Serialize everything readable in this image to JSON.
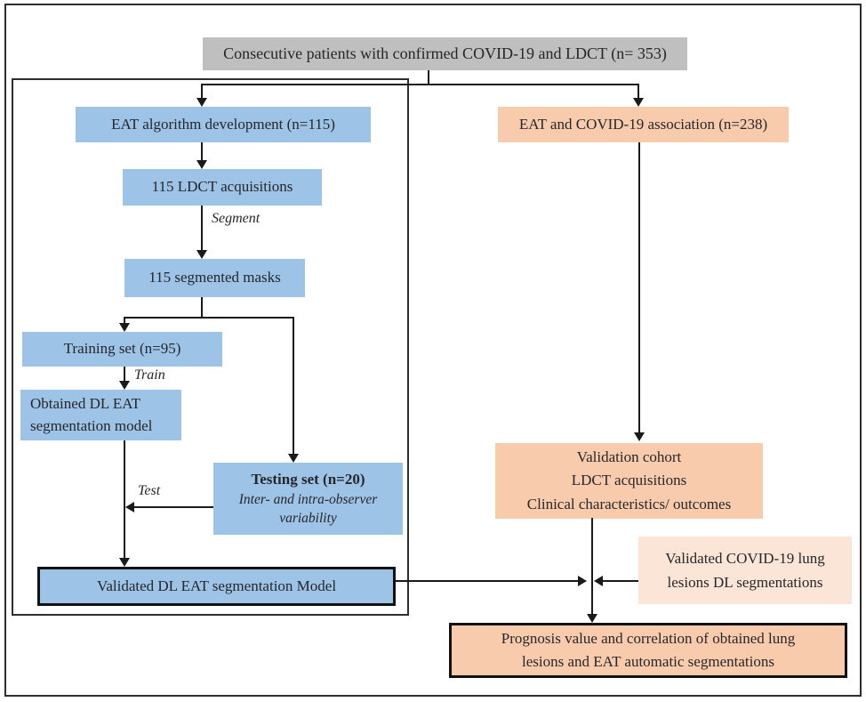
{
  "root": {
    "label": "Consecutive patients with confirmed COVID-19 and LDCT (n= 353)"
  },
  "left_branch": {
    "eat_algorithm": "EAT algorithm development (n=115)",
    "ldct_acquisitions": "115 LDCT acquisitions",
    "segment_label": "Segment",
    "segmented_masks": "115 segmented masks",
    "training_set": "Training set (n=95)",
    "train_label": "Train",
    "obtained_model_line1": "Obtained DL EAT",
    "obtained_model_line2": "segmentation model",
    "test_label": "Test",
    "testing_set_title": "Testing set (n=20)",
    "testing_set_sub1": "Inter- and intra-observer",
    "testing_set_sub2": "variability",
    "validated_model": "Validated DL EAT segmentation Model"
  },
  "right_branch": {
    "association": "EAT and COVID-19 association (n=238)",
    "validation_cohort_line1": "Validation cohort",
    "validation_cohort_line2": "LDCT acquisitions",
    "validation_cohort_line3": "Clinical characteristics/ outcomes",
    "lesions_line1": "Validated COVID-19 lung",
    "lesions_line2": "lesions DL segmentations",
    "prognosis_line1": "Prognosis value and correlation of obtained lung",
    "prognosis_line2": "lesions and EAT automatic segmentations"
  },
  "colors": {
    "gray": "#bfbfbf",
    "blue": "#9dc3e6",
    "peach": "#f8cbad",
    "light_peach": "#fbe5d6",
    "line": "#1a1a1a",
    "text": "#26262b"
  }
}
